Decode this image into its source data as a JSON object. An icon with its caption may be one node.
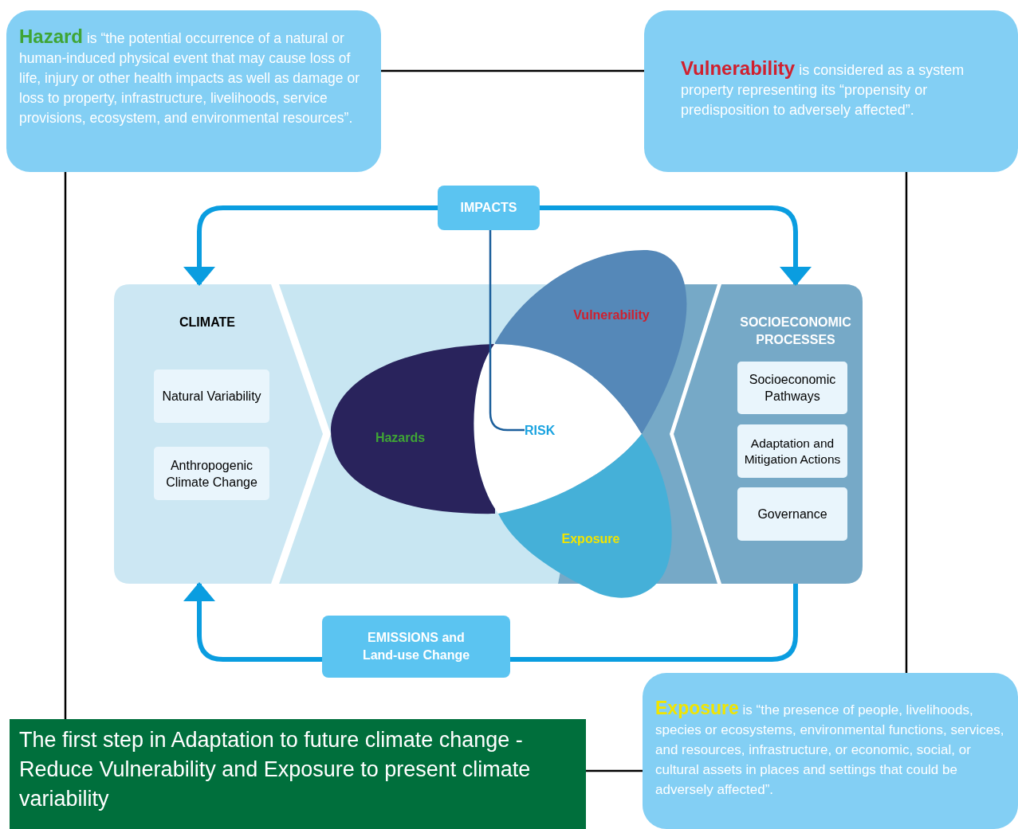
{
  "diagram": {
    "nodes": [
      {
        "text": [
          "**Hazard** is “the potential occurrence of a natural or human-induced physical event that may cause loss of life, injury or other health impacts as well as damage or loss to property, infrastructure, livelihoods, service provisions, ecosystem, and environmental resources”."
        ]
      },
      {
        "text": [
          "**Vulnerability** is considered as a system property representing its “propensity or predisposition to adversely affected”."
        ]
      },
      {
        "text": [
          "**Exposure** is “the presence of people, livelihoods, species or ecosystems, environmental functions, services, and resources, infrastructure, or economic, social, or cultural assets in places and settings that could be adversely affected”."
        ]
      },
      {
        "text": [
          "The first step in Adaptation to future climate change - Reduce Vulnerability and Exposure to present climate variability"
        ]
      },
      {
        "text": [
          "CLIMATE"
        ]
      },
      {
        "text": [
          "Natural Variability"
        ],
        "in": 4
      },
      {
        "text": [
          "Anthropogenic Climate Change"
        ],
        "in": 4
      },
      {
        "text": [
          "SOCIOECONOMIC PROCESSES"
        ]
      },
      {
        "text": [
          "Socioeconomic Pathways"
        ],
        "in": 7
      },
      {
        "text": [
          "Adaptation and Mitigation Actions"
        ],
        "in": 7
      },
      {
        "text": [
          "Governance"
        ],
        "in": 7
      },
      {
        "text": [
          "IMPACTS"
        ]
      },
      {
        "text": [
          "EMISSIONS and Land-use Change"
        ]
      },
      {
        "text": [
          "Hazards"
        ]
      },
      {
        "text": [
          "Vulnerability"
        ]
      },
      {
        "text": [
          "Exposure"
        ]
      },
      {
        "text": [
          "RISK"
        ]
      }
    ],
    "edges": [
      {
        "from": 0,
        "to": 1,
        "arrow": "none",
        "color": "#000000"
      },
      {
        "from": 0,
        "to": 3,
        "arrow": "none",
        "color": "#000000"
      },
      {
        "from": 1,
        "to": 2,
        "arrow": "none",
        "color": "#000000"
      },
      {
        "from": 3,
        "to": 2,
        "arrow": "none",
        "color": "#000000"
      },
      {
        "from": 11,
        "to": 4,
        "arrow": "to",
        "style": "thick",
        "color": "#0a9de0"
      },
      {
        "from": 11,
        "to": 7,
        "arrow": "to",
        "style": "thick",
        "color": "#0a9de0"
      },
      {
        "from": 7,
        "to": 12,
        "arrow": "none",
        "style": "thick",
        "color": "#0a9de0"
      },
      {
        "from": 12,
        "to": 4,
        "arrow": "to",
        "style": "thick",
        "color": "#0a9de0"
      },
      {
        "from": 11,
        "to": 16,
        "arrow": "none",
        "color": "#1b5e9b"
      }
    ]
  }
}
